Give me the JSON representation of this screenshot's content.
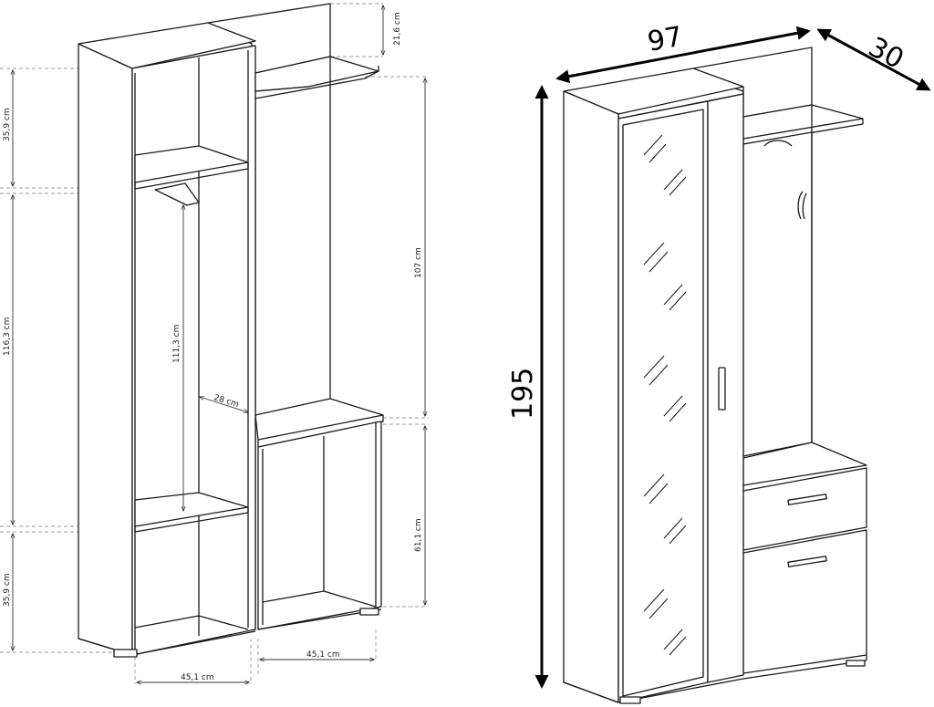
{
  "left_drawing": {
    "dims": {
      "top_shelf_height": "21,6 cm",
      "top_section": "35,9 cm",
      "hanging_section": "116,3 cm",
      "bottom_section": "35,9 cm",
      "rail_height": "111,3 cm",
      "inner_depth": "28 cm",
      "open_section_height": "107 cm",
      "base_height": "61,1 cm",
      "left_width": "45,1 cm",
      "right_width": "45,1 cm"
    }
  },
  "right_drawing": {
    "dims": {
      "width": "97",
      "depth": "30",
      "height": "195"
    }
  }
}
